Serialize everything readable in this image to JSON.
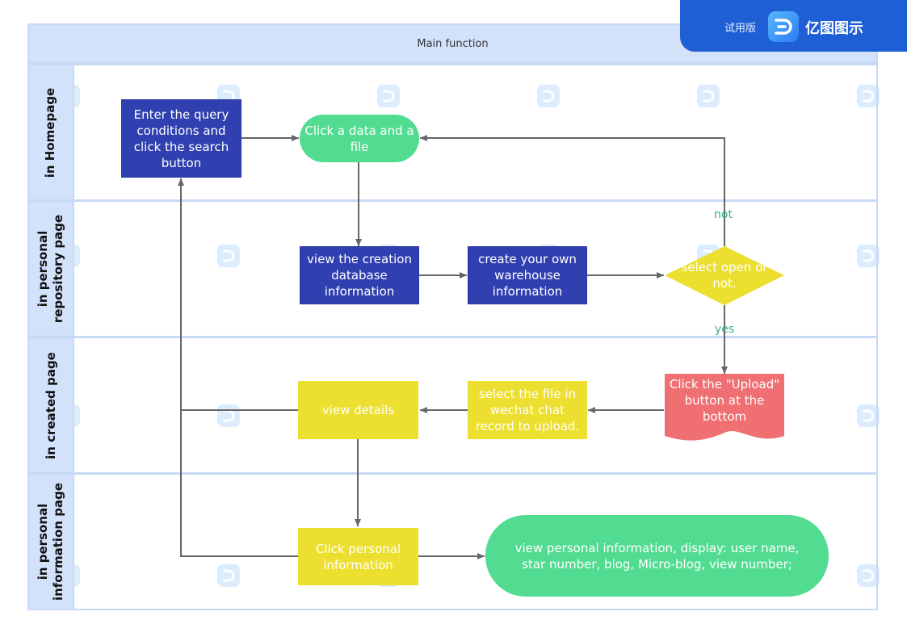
{
  "pool": {
    "title": "Main function"
  },
  "lanes": [
    {
      "label": "in Homepage"
    },
    {
      "label": "in personal\nrepository page"
    },
    {
      "label": "in created page"
    },
    {
      "label": "in personal\ninformation page"
    }
  ],
  "nodes": {
    "enter_query": "Enter the query conditions and click the search button",
    "click_data_file": "Click a data and a file",
    "view_creation_db": "view the creation database information",
    "create_warehouse": "create your own warehouse information",
    "select_open": "select open or not.",
    "click_upload": "Click the \"Upload\" button at the bottom",
    "select_file_wechat": "select the file in wechat chat record to upload.",
    "view_details": "view details",
    "click_personal_info": "Click personal information",
    "view_personal_info": "view personal information, display: user name, star number, blog, Micro-blog, view number;"
  },
  "edge_labels": {
    "not": "not",
    "yes": "yes"
  },
  "badge": {
    "trial": "试用版",
    "brand": "亿图图示"
  },
  "colors": {
    "process_blue": "#3040b0",
    "process_yellow": "#ecdf2f",
    "terminal_green": "#52dc92",
    "document_red": "#ef6f73",
    "swimlane_header": "#d3e2fb",
    "connector": "#666666"
  }
}
